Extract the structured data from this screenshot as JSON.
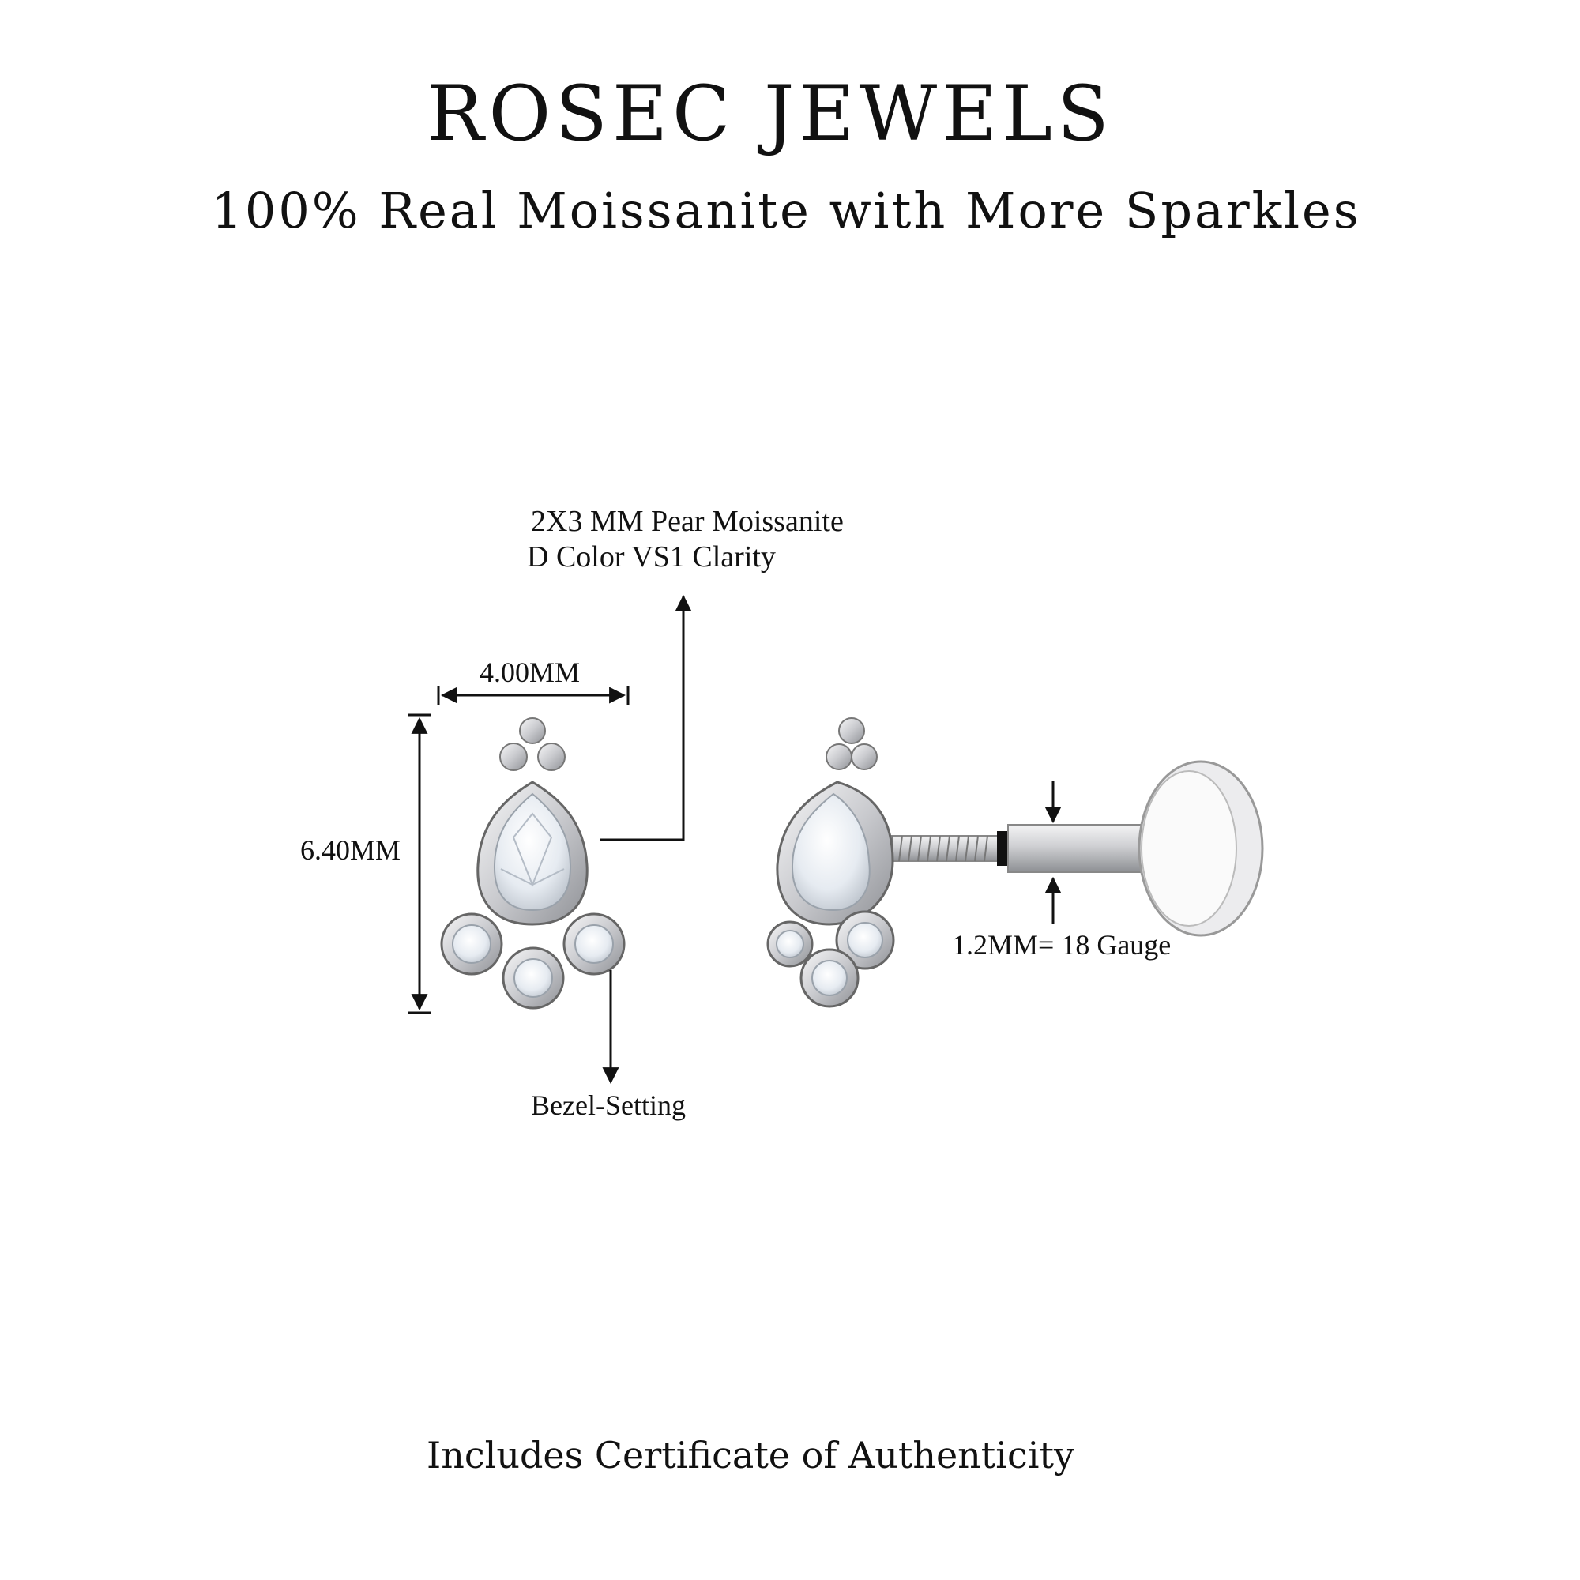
{
  "header": {
    "brand": "ROSEC JEWELS",
    "tagline": "100% Real Moissanite with More Sparkles"
  },
  "annotations": {
    "stone_line1": "2X3 MM Pear Moissanite",
    "stone_line2": "D Color VS1 Clarity",
    "width": "4.00MM",
    "height": "6.40MM",
    "setting": "Bezel-Setting",
    "gauge": "1.2MM= 18 Gauge"
  },
  "footer": {
    "certificate": "Includes Certificate of Authenticity"
  },
  "colors": {
    "metal": "#d9dadd",
    "stone": "#eef3f8",
    "ink": "#111111"
  }
}
